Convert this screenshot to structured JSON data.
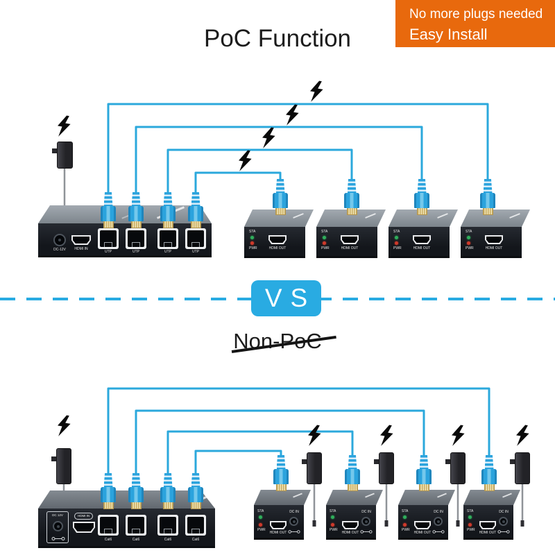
{
  "badge": {
    "line1": "No more plugs needed",
    "line2": "Easy Install",
    "bg_color": "#E8690D"
  },
  "divider": {
    "vs_label": "VS",
    "accent_color": "#29ABE2"
  },
  "top": {
    "title": "PoC Function",
    "splitter": {
      "dc_label": "DC-12V",
      "hdmi_label": "HDMI IN",
      "port_labels": [
        "UTP",
        "UTP",
        "UTP",
        "UTP"
      ]
    },
    "receivers": [
      {
        "sta": "STA",
        "pwr": "PWR",
        "hdmi": "HDMI OUT"
      },
      {
        "sta": "STA",
        "pwr": "PWR",
        "hdmi": "HDMI OUT"
      },
      {
        "sta": "STA",
        "pwr": "PWR",
        "hdmi": "HDMI OUT"
      },
      {
        "sta": "STA",
        "pwr": "PWR",
        "hdmi": "HDMI OUT"
      }
    ]
  },
  "bottom": {
    "title": "Non-PoC",
    "splitter": {
      "dc_label": "DC 12V",
      "hdmi_label": "HDMI IN",
      "port_labels": [
        "Cat6",
        "Cat6",
        "Cat6",
        "Cat6"
      ]
    },
    "receivers": [
      {
        "sta": "STA",
        "pwr": "PWR",
        "hdmi": "HDMI OUT",
        "dc": "DC IN"
      },
      {
        "sta": "STA",
        "pwr": "PWR",
        "hdmi": "HDMI OUT",
        "dc": "DC IN"
      },
      {
        "sta": "STA",
        "pwr": "PWR",
        "hdmi": "HDMI OUT",
        "dc": "DC IN"
      },
      {
        "sta": "STA",
        "pwr": "PWR",
        "hdmi": "HDMI OUT",
        "dc": "DC IN"
      }
    ]
  },
  "icons": {
    "bolt": "lightning-bolt",
    "polarity": "dc-polarity-center-positive",
    "plug": "rj45-plug",
    "adapter": "power-adapter"
  },
  "colors": {
    "cable": "#2BA8DC",
    "plug_blue": "#2BA3DD",
    "accent": "#29ABE2",
    "badge": "#E8690D",
    "led_green": "#2FAE5B",
    "led_red": "#D03A2B"
  }
}
